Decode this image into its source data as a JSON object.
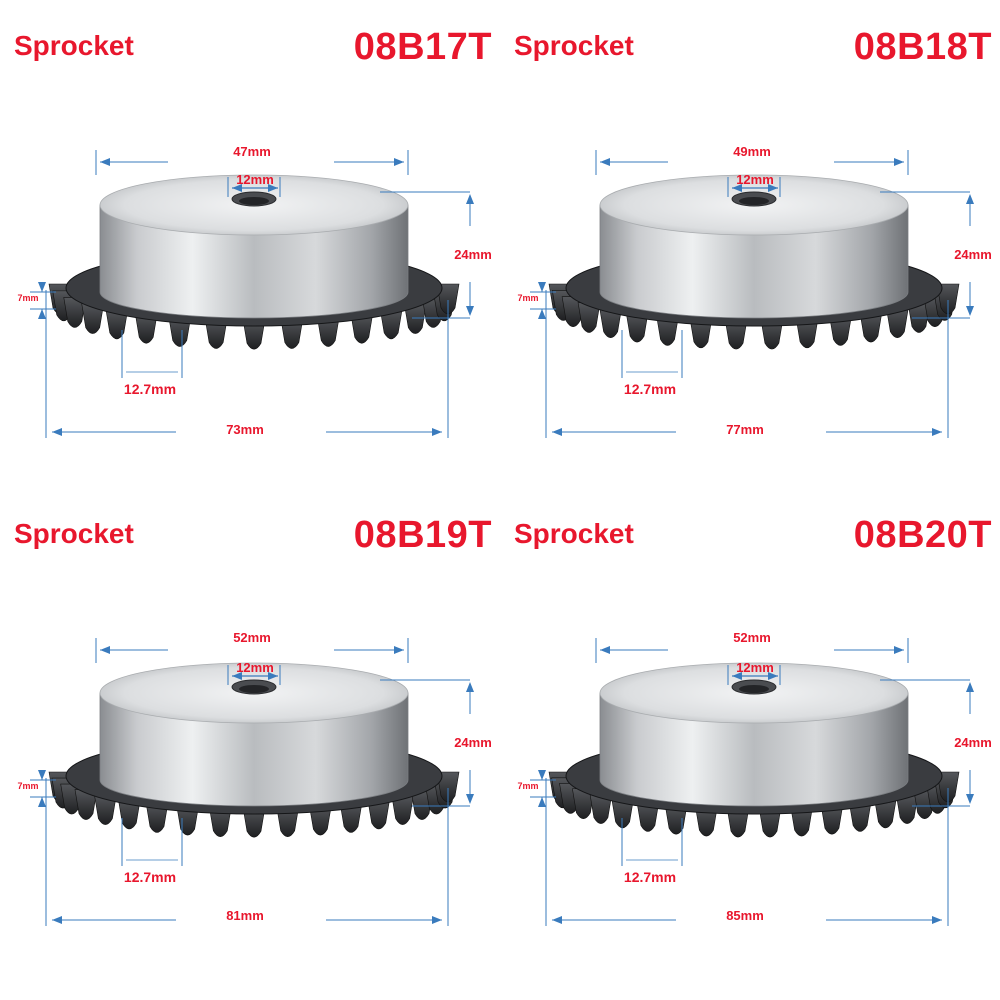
{
  "colors": {
    "label_red": "#e8172d",
    "dimension_blue": "#3a7bbd",
    "steel_light": "#e4e5e7",
    "steel_dark": "#6d7074",
    "teeth_black": "#2c2d30"
  },
  "icons": {
    "sprocket": "sprocket-icon",
    "arrow": "dimension-arrow-icon"
  },
  "panels": [
    {
      "title": "Sprocket",
      "model": "08B17T",
      "dims": {
        "hub": "47mm",
        "bore": "12mm",
        "height": "24mm",
        "plate": "7mm",
        "pitch": "12.7mm",
        "outer": "73mm"
      }
    },
    {
      "title": "Sprocket",
      "model": "08B18T",
      "dims": {
        "hub": "49mm",
        "bore": "12mm",
        "height": "24mm",
        "plate": "7mm",
        "pitch": "12.7mm",
        "outer": "77mm"
      }
    },
    {
      "title": "Sprocket",
      "model": "08B19T",
      "dims": {
        "hub": "52mm",
        "bore": "12mm",
        "height": "24mm",
        "plate": "7mm",
        "pitch": "12.7mm",
        "outer": "81mm"
      }
    },
    {
      "title": "Sprocket",
      "model": "08B20T",
      "dims": {
        "hub": "52mm",
        "bore": "12mm",
        "height": "24mm",
        "plate": "7mm",
        "pitch": "12.7mm",
        "outer": "85mm"
      }
    }
  ]
}
